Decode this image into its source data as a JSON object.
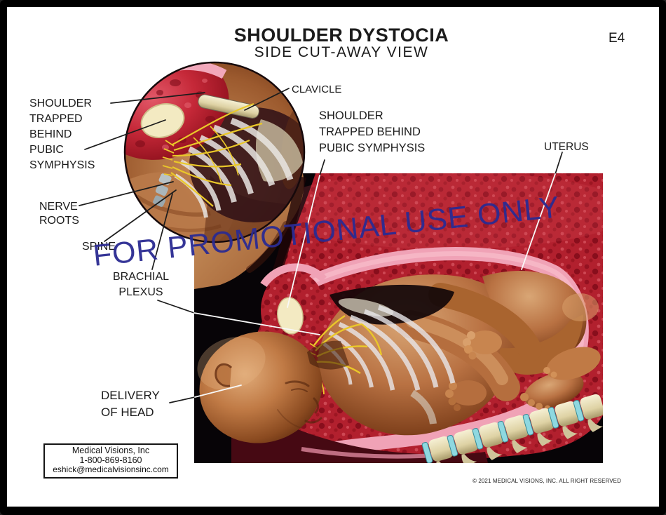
{
  "page": {
    "code": "E4",
    "title": "SHOULDER DYSTOCIA",
    "subtitle": "SIDE CUT-AWAY VIEW",
    "watermark": "FOR PROMOTIONAL USE ONLY",
    "copyright": "© 2021 MEDICAL VISIONS, INC. ALL RIGHT RESERVED"
  },
  "contact_box": {
    "company": "Medical Visions, Inc",
    "phone": "1-800-869-8160",
    "email": "eshick@medicalvisionsinc.com"
  },
  "labels": {
    "shoulder_trapped_inset": "SHOULDER\nTRAPPED\nBEHIND\nPUBIC\nSYMPHYSIS",
    "nerve_roots": "NERVE\nROOTS",
    "spine": "SPINE",
    "brachial_plexus": "BRACHIAL\nPLEXUS",
    "clavicle": "CLAVICLE",
    "shoulder_trapped_main": "SHOULDER\nTRAPPED BEHIND\nPUBIC SYMPHYSIS",
    "uterus": "UTERUS",
    "delivery_of_head": "DELIVERY\nOF HEAD"
  },
  "colors": {
    "frame": "#000000",
    "watermark_blue": "#2b2b92",
    "uterus_wall_red": "#b2202e",
    "uterus_lining_pink": "#f0a2b6",
    "baby_skin": "#b97243",
    "nerve_yellow": "#eac829",
    "bone_cream": "#e9dfb6",
    "disc_teal": "#8ed8e0",
    "pubic_symphysis_cream": "#f3eac2"
  }
}
